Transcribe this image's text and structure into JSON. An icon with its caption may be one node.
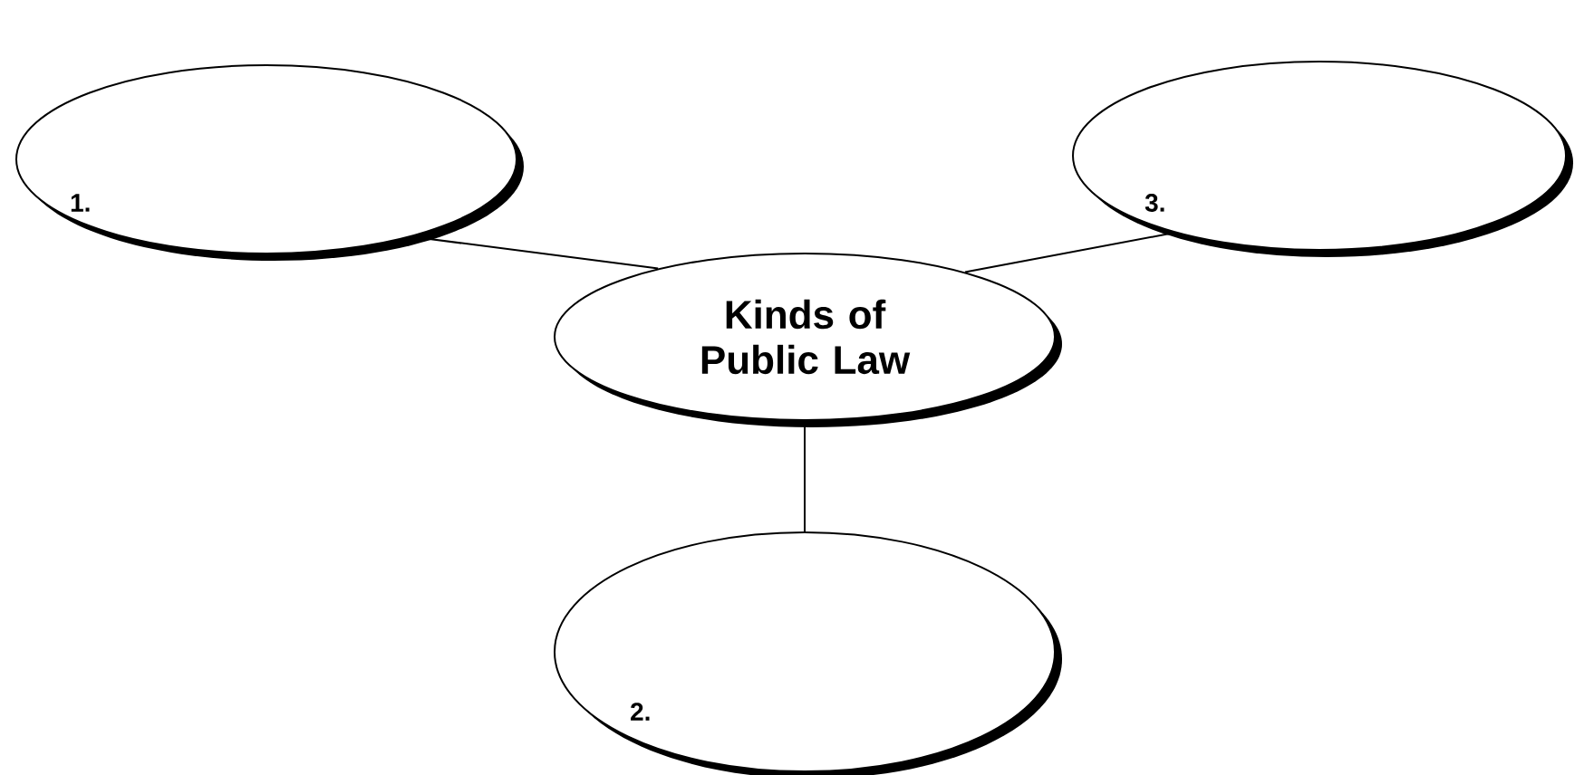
{
  "diagram": {
    "nodes": [
      {
        "text": [
          "Kinds of Public Law"
        ]
      },
      {
        "text": [
          "1."
        ]
      },
      {
        "text": [
          "2."
        ]
      },
      {
        "text": [
          "3."
        ]
      }
    ],
    "edges": [
      {
        "from": 0,
        "to": 1,
        "arrow": "none"
      },
      {
        "from": 0,
        "to": 2,
        "arrow": "none"
      },
      {
        "from": 0,
        "to": 3,
        "arrow": "none"
      }
    ]
  }
}
